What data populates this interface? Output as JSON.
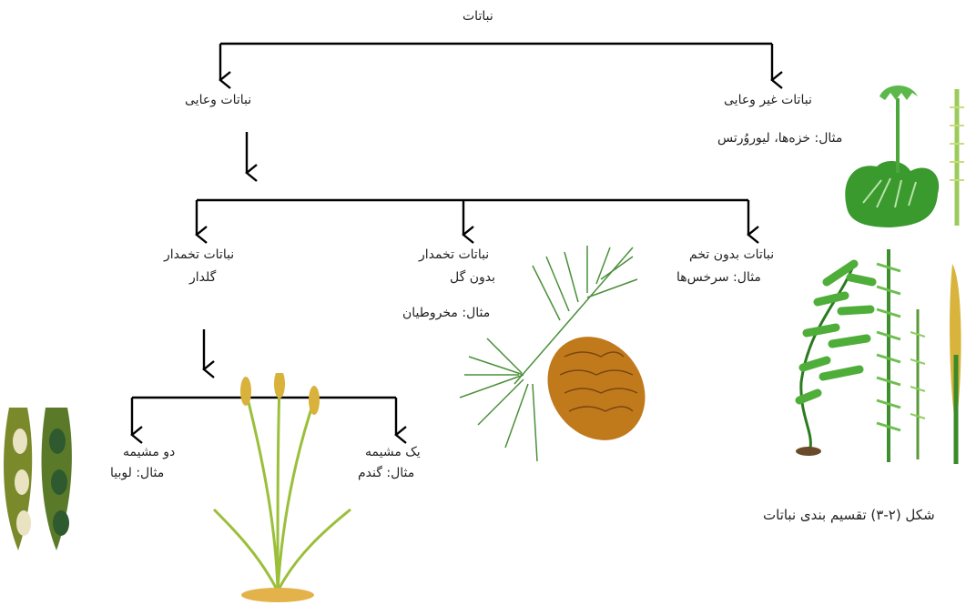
{
  "diagram": {
    "root": "نباتات",
    "non_vascular": {
      "label": "نباتات غیر وعایی",
      "example": "مثال: خزه‌ها، لیوروُرتس"
    },
    "vascular": {
      "label": "نباتات وعایی"
    },
    "seedless": {
      "label": "نباتات بدون تخم",
      "example": "مثال: سرخس‌ها"
    },
    "gymnosperm": {
      "label_line1": "نباتات تخمدار",
      "label_line2": "بدون گل",
      "example": "مثال: مخروطیان"
    },
    "angiosperm": {
      "label_line1": "نباتات تخمدار",
      "label_line2": "گلدار"
    },
    "monocot": {
      "label": "یک مشیمه",
      "example": "مثال: گندم"
    },
    "dicot": {
      "label": "دو مشیمه",
      "example": "مثال: لوبیا"
    },
    "caption": "شکل (۲-۳) تقسیم بندی نباتات"
  },
  "colors": {
    "line": "#000000",
    "text": "#231f20",
    "plant_green": "#3a9a2e",
    "cone_brown": "#c07a1c",
    "wheat_gold": "#d8b23a"
  }
}
